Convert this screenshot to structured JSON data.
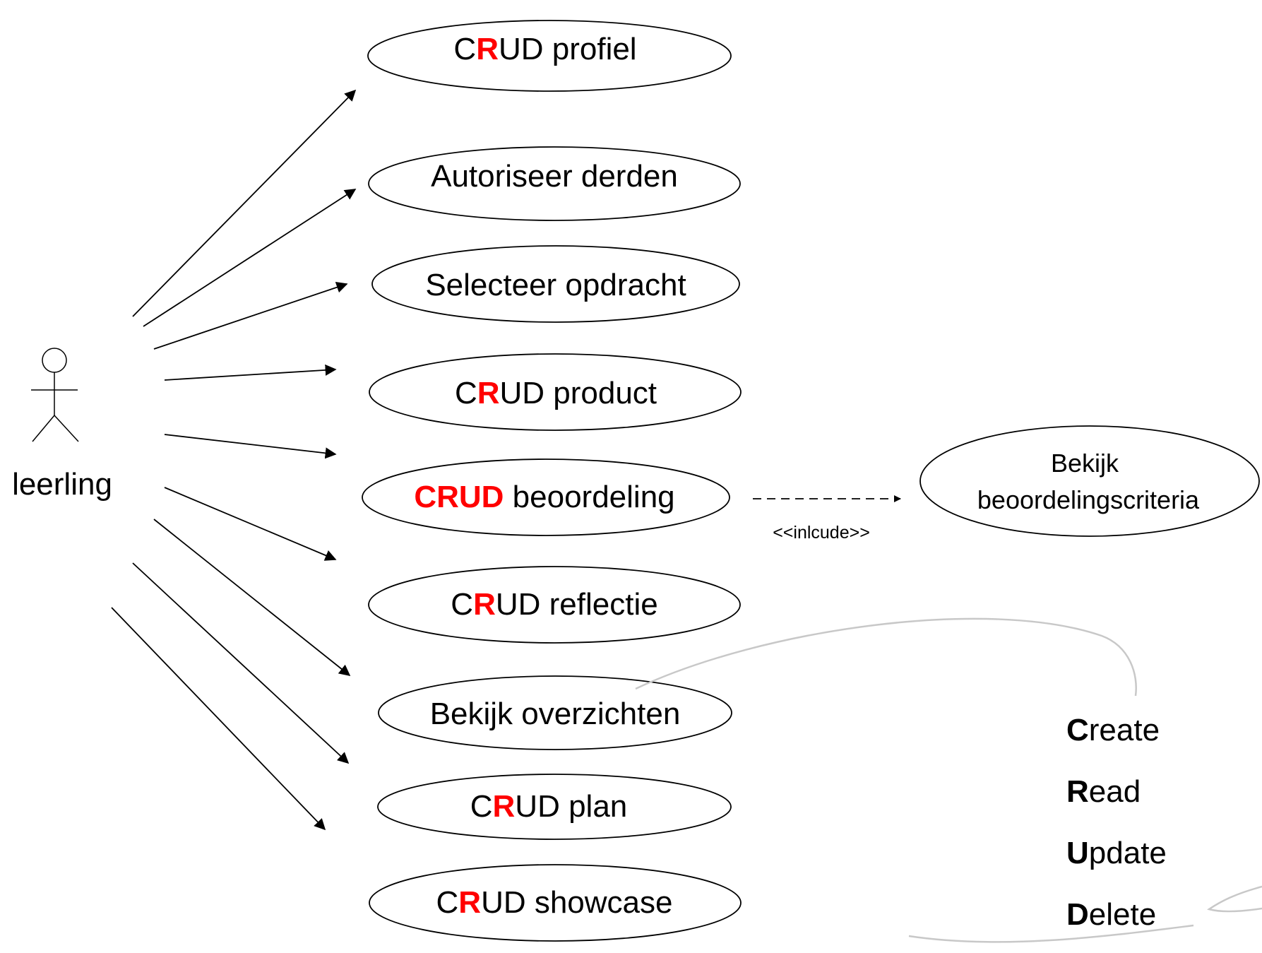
{
  "actor": {
    "label": "leerling"
  },
  "use_cases": [
    {
      "id": "crud-profiel",
      "red": "R",
      "pre": "C",
      "post": "UD profiel"
    },
    {
      "id": "autoriseer-derden",
      "text": "Autoriseer derden"
    },
    {
      "id": "selecteer-opdracht",
      "text": "Selecteer opdracht"
    },
    {
      "id": "crud-product",
      "red": "R",
      "pre": "C",
      "post": "UD product"
    },
    {
      "id": "crud-beoordeling",
      "red": "CRUD",
      "pre": "",
      "post": " beoordeling"
    },
    {
      "id": "crud-reflectie",
      "red": "R",
      "pre": "C",
      "post": "UD reflectie"
    },
    {
      "id": "bekijk-overzichten",
      "text": "Bekijk overzichten"
    },
    {
      "id": "crud-plan",
      "red": "R",
      "pre": "C",
      "post": "UD plan"
    },
    {
      "id": "crud-showcase",
      "red": "R",
      "pre": "C",
      "post": "UD showcase"
    }
  ],
  "included_use_case": {
    "line1": "Bekijk",
    "line2": "beoordelingscriteria"
  },
  "include_label": "<<inlcude>>",
  "crud_legend": [
    {
      "initial": "C",
      "rest": "reate"
    },
    {
      "initial": "R",
      "rest": "ead"
    },
    {
      "initial": "U",
      "rest": "pdate"
    },
    {
      "initial": "D",
      "rest": "elete"
    }
  ],
  "colors": {
    "highlight": "#ff0000",
    "stroke": "#000000",
    "callout": "#c8c8c8"
  }
}
